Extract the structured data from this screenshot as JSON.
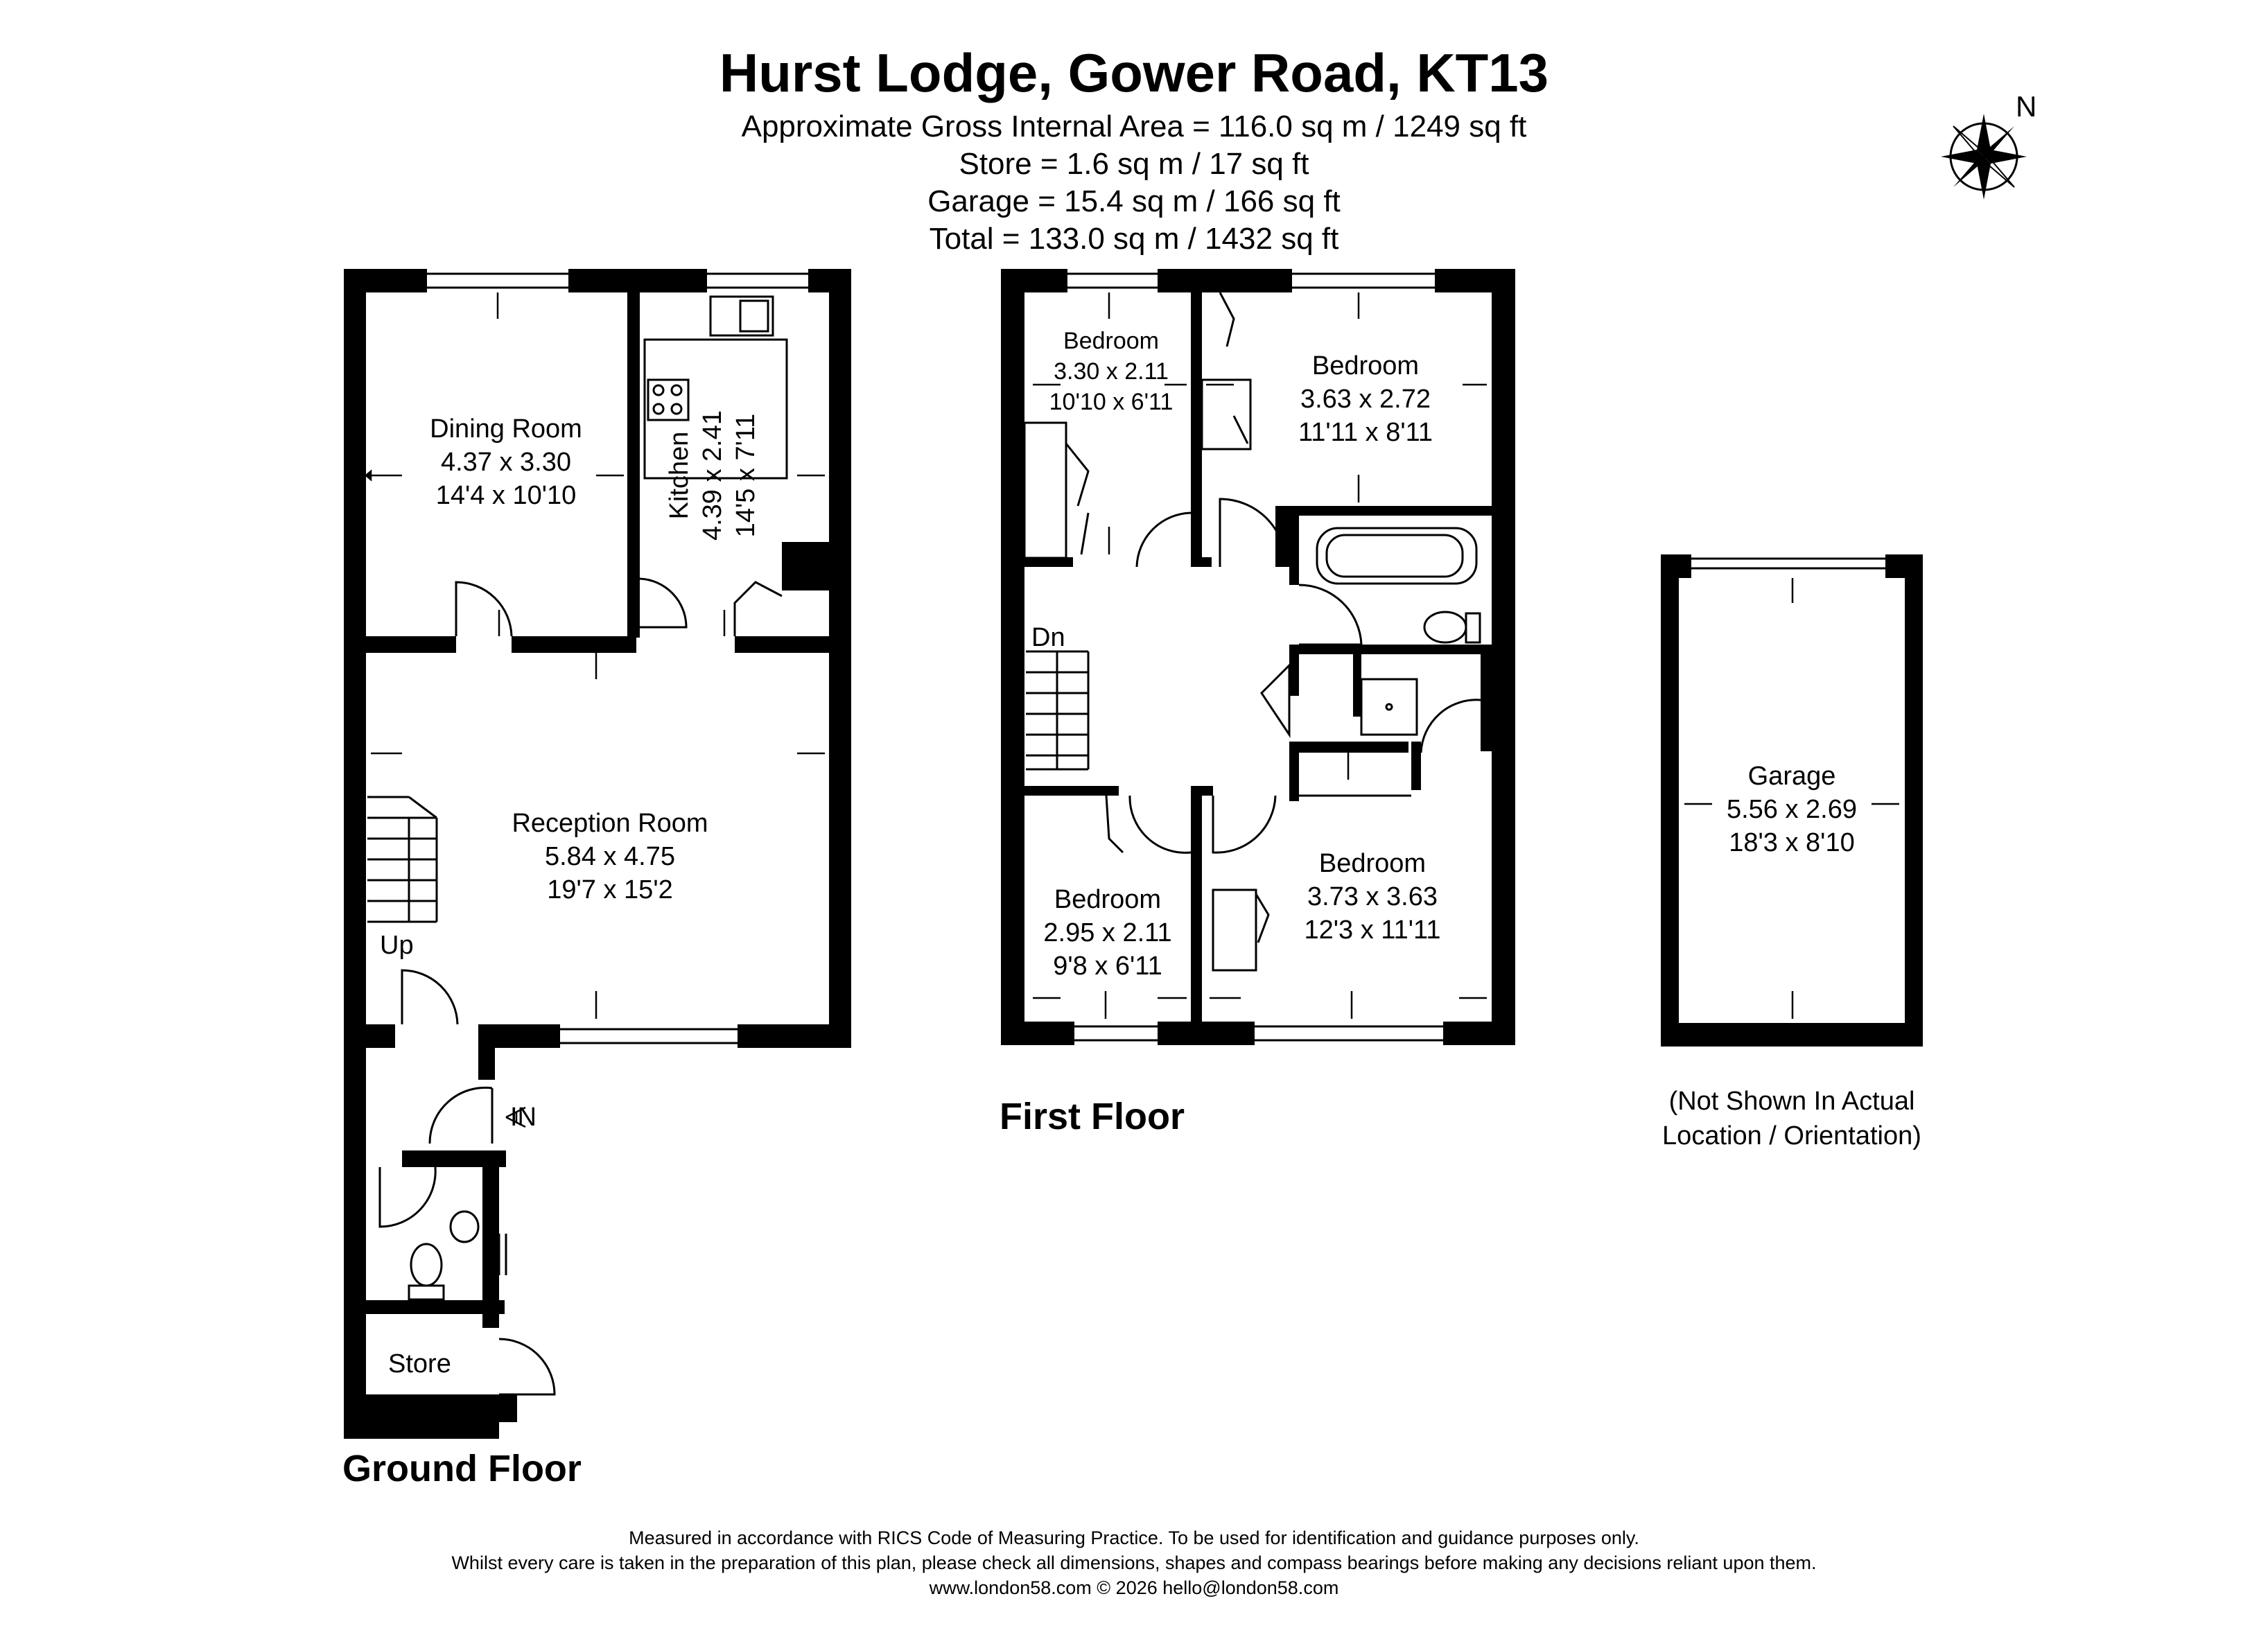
{
  "header": {
    "title": "Hurst Lodge, Gower Road, KT13",
    "areas": [
      "Approximate Gross Internal Area = 116.0 sq m / 1249 sq ft",
      "Store  = 1.6 sq m / 17 sq ft",
      "Garage  = 15.4 sq m / 166 sq ft",
      "Total = 133.0 sq m / 1432 sq ft"
    ]
  },
  "compass": {
    "label": "N",
    "icon": "compass-rose-icon"
  },
  "ground_floor": {
    "label": "Ground Floor",
    "rooms": {
      "dining": {
        "name": "Dining Room",
        "metric": "4.37 x 3.30",
        "imperial": "14'4 x 10'10"
      },
      "kitchen": {
        "name": "Kitchen",
        "metric": "4.39 x 2.41",
        "imperial": "14'5 x 7'11"
      },
      "reception": {
        "name": "Reception Room",
        "metric": "5.84 x 4.75",
        "imperial": "19'7 x 15'2"
      },
      "store": {
        "name": "Store"
      }
    },
    "stairs_label": "Up",
    "entrance_label": "IN"
  },
  "first_floor": {
    "label": "First Floor",
    "rooms": {
      "bed_top_left": {
        "name": "Bedroom",
        "metric": "3.30 x 2.11",
        "imperial": "10'10 x 6'11"
      },
      "bed_top_right": {
        "name": "Bedroom",
        "metric": "3.63 x 2.72",
        "imperial": "11'11 x 8'11"
      },
      "bed_bottom_left": {
        "name": "Bedroom",
        "metric": "2.95 x 2.11",
        "imperial": "9'8 x 6'11"
      },
      "bed_bottom_right": {
        "name": "Bedroom",
        "metric": "3.73 x 3.63",
        "imperial": "12'3 x 11'11"
      }
    },
    "stairs_label": "Dn"
  },
  "garage": {
    "name": "Garage",
    "metric": "5.56 x 2.69",
    "imperial": "18'3 x 8'10",
    "note_lines": [
      "(Not Shown In Actual",
      "Location / Orientation)"
    ]
  },
  "footer": {
    "lines": [
      "Measured in accordance with RICS Code of Measuring Practice. To be used for identification and guidance purposes only.",
      "Whilst every care is taken in the preparation of this plan, please check all dimensions, shapes and compass bearings before making any decisions reliant upon them.",
      "www.london58.com © 2026 hello@london58.com"
    ]
  }
}
